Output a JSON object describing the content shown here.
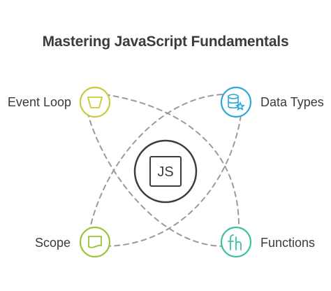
{
  "title": "Mastering JavaScript Fundamentals",
  "center": {
    "label": "JS",
    "color": "#3d3d3d"
  },
  "nodes": {
    "event_loop": {
      "label": "Event Loop",
      "color": "#c9c93a",
      "icon": "bucket-icon"
    },
    "data_types": {
      "label": "Data Types",
      "color": "#2aa7de",
      "icon": "database-star-icon"
    },
    "scope": {
      "label": "Scope",
      "color": "#9ac33a",
      "icon": "scope-flag-icon"
    },
    "functions": {
      "label": "Functions",
      "color": "#3dbfa0",
      "icon": "function-icon"
    }
  },
  "connector_color": "#9a9a9a"
}
